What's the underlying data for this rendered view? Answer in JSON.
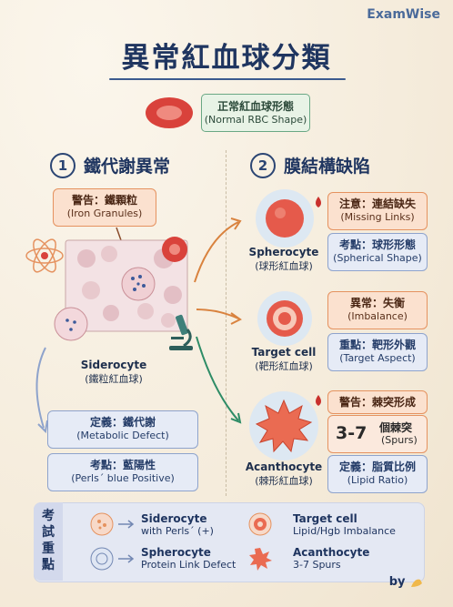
{
  "brand": "ExamWise",
  "title": "異常紅血球分類",
  "normal": {
    "label": "正常紅血球形態",
    "sub": "(Normal RBC Shape)"
  },
  "section1": {
    "num": "1",
    "title": "鐵代謝異常"
  },
  "section2": {
    "num": "2",
    "title": "膜結構缺陷"
  },
  "iron_warning": {
    "h": "警告：鐵顆粒",
    "s": "(Iron Granules)"
  },
  "siderocyte": {
    "name": "Siderocyte",
    "zh": "(鐵粒紅血球)"
  },
  "def_box": {
    "h": "定義：鐵代謝",
    "s": "(Metabolic Defect)"
  },
  "exam_box": {
    "h": "考點：藍陽性",
    "s": "(Perls´ blue Positive)"
  },
  "spherocyte": {
    "name": "Spherocyte",
    "zh": "(球形紅血球)"
  },
  "sph_note": {
    "h": "注意：連結缺失",
    "s": "(Missing Links)"
  },
  "sph_exam": {
    "h": "考點：球形形態",
    "s": "(Spherical Shape)"
  },
  "target": {
    "name": "Target cell",
    "zh": "(靶形紅血球)"
  },
  "tgt_abn": {
    "h": "異常：失衡",
    "s": "(Imbalance)"
  },
  "tgt_key": {
    "h": "重點：靶形外觀",
    "s": "(Target Aspect)"
  },
  "acanth": {
    "name": "Acanthocyte",
    "zh": "(棘形紅血球)"
  },
  "ac_warn": {
    "h": "警告：棘突形成"
  },
  "ac_num": {
    "v": "3-7",
    "h": "個棘突",
    "s": "(Spurs)"
  },
  "ac_def": {
    "h": "定義：脂質比例",
    "s": "(Lipid Ratio)"
  },
  "summary": {
    "side": [
      "考",
      "試",
      "重",
      "點"
    ],
    "items": [
      {
        "name": "Siderocyte",
        "desc": "with Perls´ (+)"
      },
      {
        "name": "Target cell",
        "desc": "Lipid/Hgb Imbalance"
      },
      {
        "name": "Spherocyte",
        "desc": "Protein Link Defect"
      },
      {
        "name": "Acanthocyte",
        "desc": "3-7 Spurs"
      }
    ]
  },
  "by": "by",
  "colors": {
    "accent": "#1f3560",
    "orange": "#e5925f",
    "blue": "#8ea3cc",
    "rbc": "#d9423b"
  }
}
